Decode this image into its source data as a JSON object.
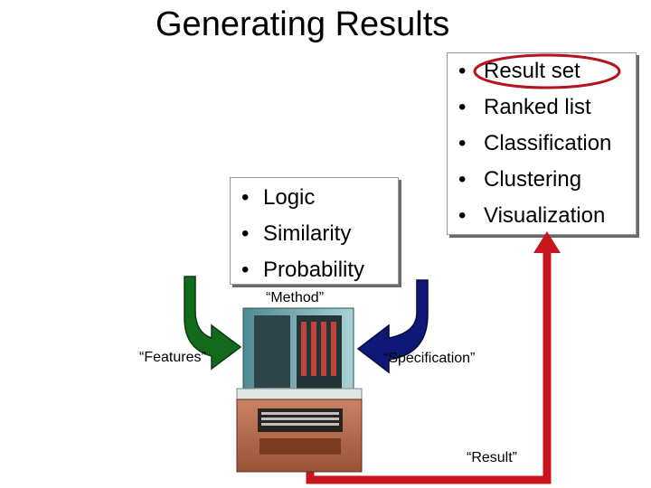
{
  "title": "Generating Results",
  "methods_box": {
    "items": [
      "Logic",
      "Similarity",
      "Probability"
    ]
  },
  "results_box": {
    "items": [
      "Result set",
      "Ranked list",
      "Classification",
      "Clustering",
      "Visualization"
    ],
    "highlighted_item": "Result set"
  },
  "captions": {
    "method": "“Method”",
    "features": "“Features”",
    "specification": "“Specification”",
    "result": "“Result”"
  },
  "bullet_char": "•",
  "icons": {
    "computer": "computer-mainframe-icon",
    "features_arrow": "green-curved-arrow-icon",
    "specification_arrow": "blue-curved-arrow-icon",
    "result_arrow": "red-feedback-arrow-icon",
    "highlight": "red-oval-highlight-icon"
  },
  "colors": {
    "features_arrow": "#126a1c",
    "specification_arrow": "#0f1877",
    "result_arrow": "#c8141c",
    "highlight_oval": "#b4141c"
  }
}
